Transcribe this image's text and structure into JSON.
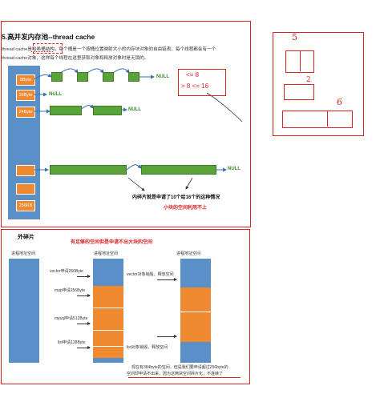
{
  "title": "5.高并发内存池--thread cache",
  "intro_line1_a": "thread cache是",
  "intro_line1_u": "哈希桶结构",
  "intro_line1_b": "，每个桶是一个按桶位置映射大小的内存块对象的自由链表。每个线程都会有一个",
  "intro_line2": "thread cache对象，这样每个线程在这里获取对象和释放对象时是无锁的。",
  "buckets": [
    "8Byte",
    "16Byte",
    "24Byte",
    "",
    "",
    "256KB"
  ],
  "null_label": "NULL",
  "range_box": {
    "line1": "<= 8",
    "line2": "> 8   <= 16"
  },
  "frag_note": {
    "line1": "内碎片就是申请了10个给16个的这种情况",
    "line2": "小块的空间利用不上"
  },
  "hand_numbers": [
    "5",
    "2",
    "6"
  ],
  "outer": {
    "title": "外碎片",
    "subtitle": "有足够的空间但是申请不出大块的空间",
    "col1": "进程地址空间",
    "col2": "进程地址空间",
    "col3": "进程地址空间",
    "req_vector": "vector申请256Byte",
    "req_map": "map申请256Byte",
    "req_mysql": "mysql申请512Byte",
    "req_list": "list申请128Byte",
    "free_vector": "vector对象销毁，释放空间",
    "free_list": "list对象销毁，释放空间",
    "footer1": "现在有384byte的空间，但是我们要申请超过256byte的",
    "footer2": "空间却申请不出来，因为这两块空间碎片化，不连续了"
  },
  "colors": {
    "accent_red": "#dd2222",
    "blue": "#5b8fc7",
    "orange": "#f08a30",
    "green": "#5aa33a"
  }
}
